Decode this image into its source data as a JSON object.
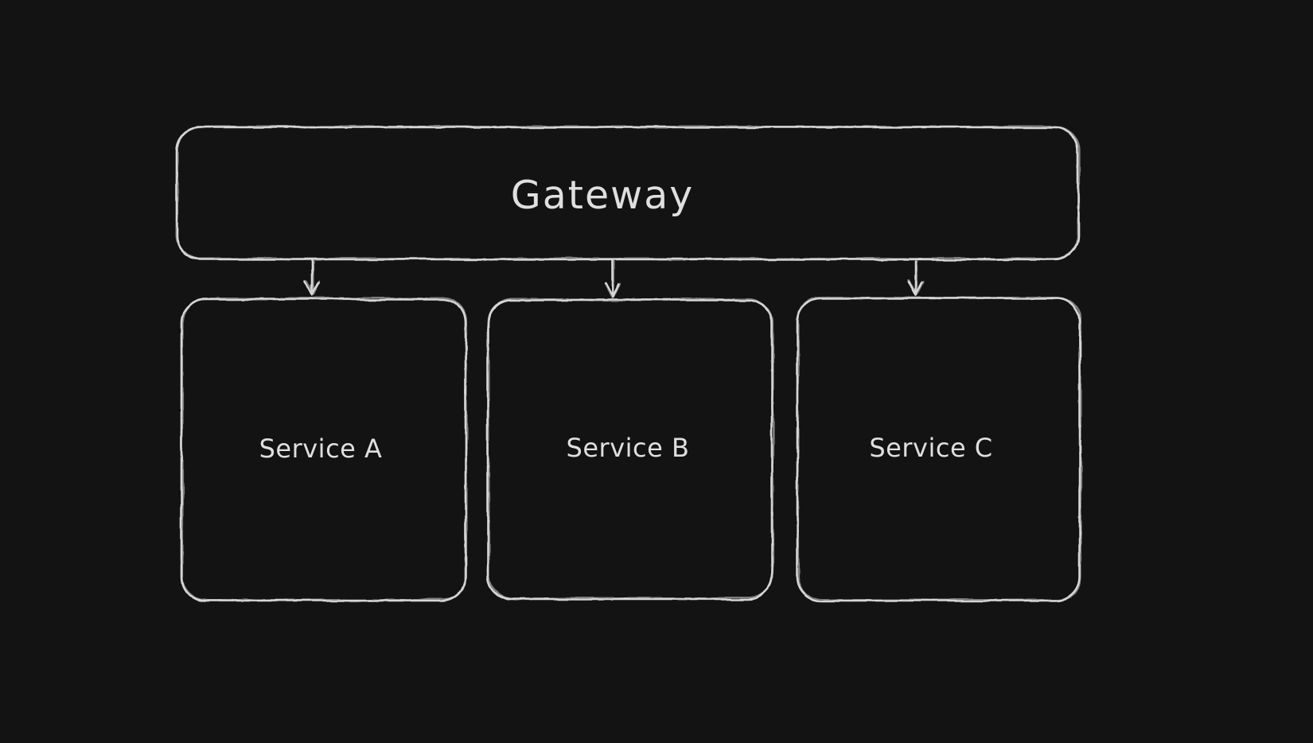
{
  "canvas": {
    "theme": "dark",
    "colors": {
      "background": "#131313",
      "shape_stroke": "#d6d6d6",
      "label_text": "#dfdfdf"
    }
  },
  "diagram": {
    "type": "flowchart",
    "direction": "top-down",
    "nodes": [
      {
        "id": "gateway",
        "label": "Gateway",
        "shape": "rounded-rectangle",
        "row": "top"
      },
      {
        "id": "service-a",
        "label": "Service A",
        "shape": "rounded-rectangle",
        "row": "bottom"
      },
      {
        "id": "service-b",
        "label": "Service B",
        "shape": "rounded-rectangle",
        "row": "bottom"
      },
      {
        "id": "service-c",
        "label": "Service C",
        "shape": "rounded-rectangle",
        "row": "bottom"
      }
    ],
    "edges": [
      {
        "from": "gateway",
        "to": "service-a",
        "style": "arrow-down"
      },
      {
        "from": "gateway",
        "to": "service-b",
        "style": "arrow-down"
      },
      {
        "from": "gateway",
        "to": "service-c",
        "style": "arrow-down"
      }
    ]
  }
}
